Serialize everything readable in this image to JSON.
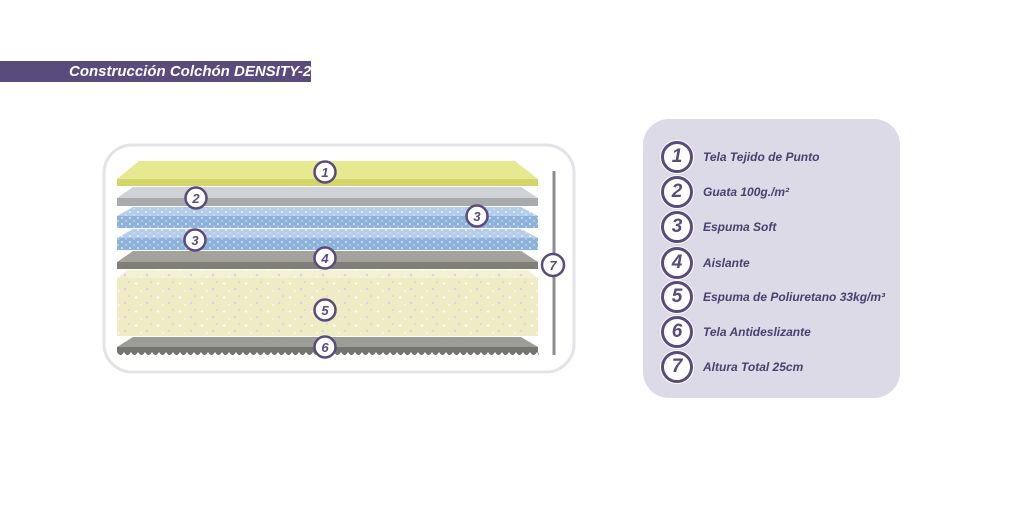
{
  "title": "Construcción Colchón DENSITY-2",
  "diagram": {
    "badges": [
      "1",
      "2",
      "3",
      "3",
      "4",
      "5",
      "6",
      "7"
    ]
  },
  "legend": [
    {
      "num": "1",
      "label": "Tela Tejido de Punto"
    },
    {
      "num": "2",
      "label": "Guata 100g./m²"
    },
    {
      "num": "3",
      "label": "Espuma Soft"
    },
    {
      "num": "4",
      "label": "Aislante"
    },
    {
      "num": "5",
      "label": "Espuma de Poliuretano 33kg/m³"
    },
    {
      "num": "6",
      "label": "Tela Antideslizante"
    },
    {
      "num": "7",
      "label": "Altura Total 25cm"
    }
  ],
  "colors": {
    "accent": "#5a4b7d",
    "legend_bg": "#dcdae6",
    "layer_fabric": "#e6e98f",
    "layer_guata": "#c8c9cc",
    "layer_soft": "#9ebfe4",
    "layer_aislante": "#8e8d86",
    "layer_foam": "#efebc4",
    "layer_antislip": "#85857f"
  }
}
